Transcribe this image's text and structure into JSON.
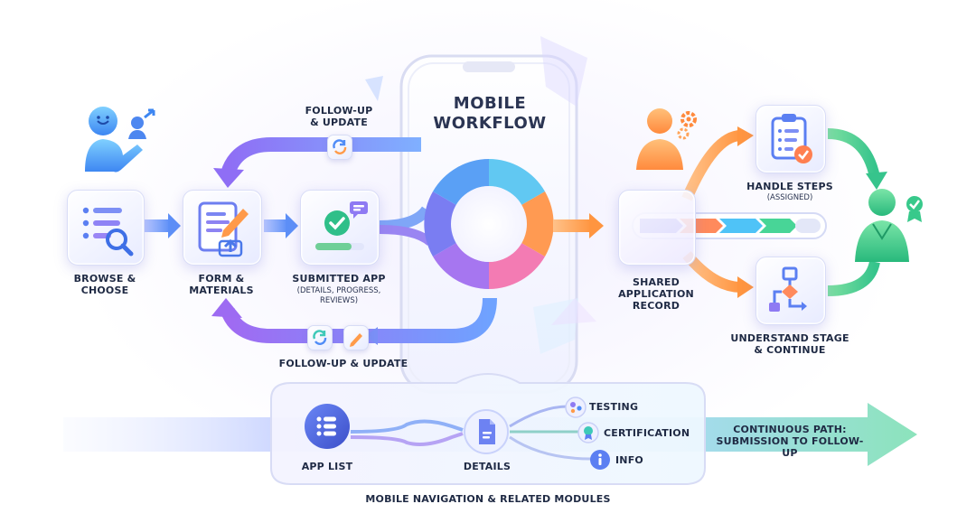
{
  "diagram": {
    "title": [
      "MOBILE",
      "WORKFLOW"
    ],
    "followup_top": [
      "FOLLOW-UP",
      "& UPDATE"
    ],
    "followup_bottom": "FOLLOW-UP & UPDATE",
    "browse": [
      "BROWSE &",
      "CHOOSE"
    ],
    "form": [
      "FORM &",
      "MATERIALS"
    ],
    "submitted": {
      "title": "SUBMITTED APP",
      "sub": [
        "(DETAILS, PROGRESS,",
        "REVIEWS)"
      ]
    },
    "shared": [
      "SHARED",
      "APPLICATION",
      "RECORD"
    ],
    "handle": {
      "title": "HANDLE STEPS",
      "sub": "(ASSIGNED)"
    },
    "understand": [
      "UNDERSTAND STAGE",
      "& CONTINUE"
    ],
    "nav": {
      "app_list": "APP LIST",
      "details": "DETAILS",
      "testing": "TESTING",
      "certification": "CERTIFICATION",
      "info": "INFO",
      "footer": "MOBILE NAVIGATION & RELATED MODULES"
    },
    "continuous": [
      "CONTINUOUS PATH:",
      "SUBMISSION TO FOLLOW-UP"
    ]
  },
  "colors": {
    "blue": "#4f8cf7",
    "purple": "#8a6cf5",
    "orange": "#ff9b4a",
    "green": "#3ccf8e",
    "teal": "#3ec9b8",
    "text": "#1f2a44"
  },
  "icons": [
    "person-icon",
    "list-search-icon",
    "form-pencil-icon",
    "check-message-icon",
    "refresh-icon",
    "pencil-icon",
    "worker-gear-icon",
    "clipboard-check-icon",
    "flow-chart-icon",
    "agent-badge-icon",
    "list-icon",
    "document-icon",
    "molecule-icon",
    "certificate-icon",
    "info-icon"
  ]
}
